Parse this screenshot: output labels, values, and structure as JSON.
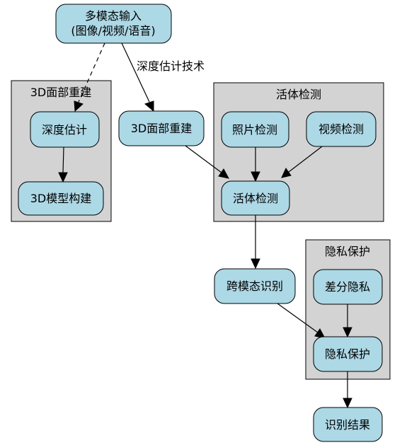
{
  "clusters": {
    "reconstruction": "3D面部重建",
    "liveness": "活体检测",
    "privacy": "隐私保护"
  },
  "nodes": {
    "input_line1": "多模态输入",
    "input_line2": "(图像/视频/语音)",
    "depth_estimation": "深度估计",
    "model_building": "3D模型构建",
    "face_reconstruction": "3D面部重建",
    "photo_detection": "照片检测",
    "video_detection": "视频检测",
    "liveness_detection": "活体检测",
    "cross_modal": "跨模态识别",
    "differential_privacy": "差分隐私",
    "privacy_protection": "隐私保护",
    "result": "识别结果"
  },
  "edges": [
    {
      "from": "input",
      "to": "depth_estimation",
      "style": "dashed",
      "label": ""
    },
    {
      "from": "input",
      "to": "face_reconstruction",
      "style": "solid",
      "label": "深度估计技术"
    },
    {
      "from": "depth_estimation",
      "to": "model_building",
      "style": "solid",
      "label": ""
    },
    {
      "from": "face_reconstruction",
      "to": "liveness_detection",
      "style": "solid",
      "label": ""
    },
    {
      "from": "photo_detection",
      "to": "liveness_detection",
      "style": "solid",
      "label": ""
    },
    {
      "from": "video_detection",
      "to": "liveness_detection",
      "style": "solid",
      "label": ""
    },
    {
      "from": "liveness_detection",
      "to": "cross_modal",
      "style": "solid",
      "label": ""
    },
    {
      "from": "cross_modal",
      "to": "privacy_protection",
      "style": "solid",
      "label": ""
    },
    {
      "from": "differential_privacy",
      "to": "privacy_protection",
      "style": "solid",
      "label": ""
    },
    {
      "from": "privacy_protection",
      "to": "result",
      "style": "solid",
      "label": ""
    }
  ]
}
